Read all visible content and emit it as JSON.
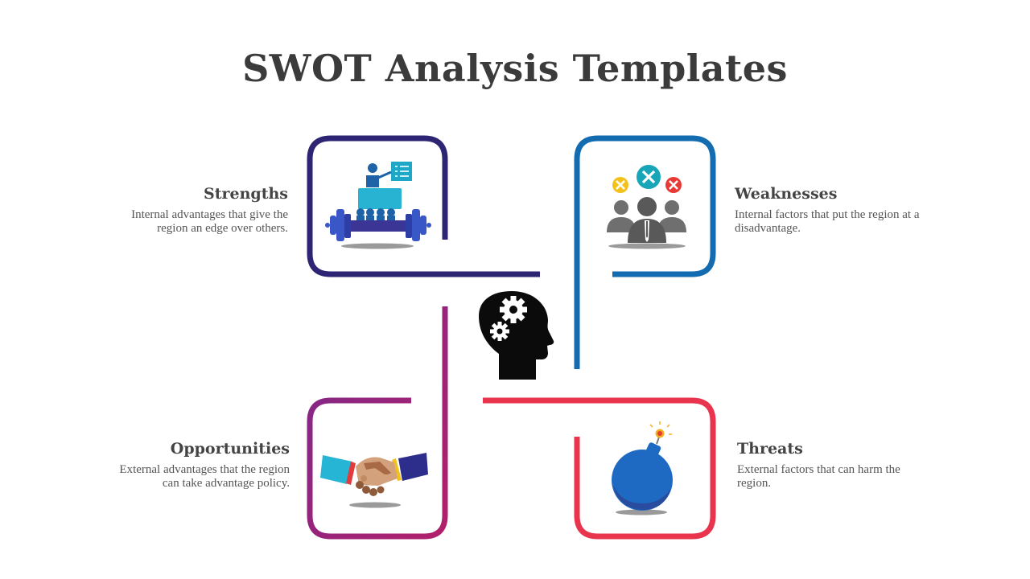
{
  "title": "SWOT Analysis Templates",
  "quadrants": [
    {
      "key": "strengths",
      "heading": "Strengths",
      "description_lines": [
        "Internal advantages that give the",
        "region an edge over others."
      ],
      "color": "#2d2574",
      "icon": "presentation-icon"
    },
    {
      "key": "weaknesses",
      "heading": "Weaknesses",
      "description_lines": [
        "Internal factors that put the region at a",
        "disadvantage."
      ],
      "color": "#136bb0",
      "icon": "rejected-team-icon"
    },
    {
      "key": "opportunities",
      "heading": "Opportunities",
      "description_lines": [
        "External advantages that the region",
        "can take advantage policy."
      ],
      "color": "#a3206e",
      "icon": "handshake-icon"
    },
    {
      "key": "threats",
      "heading": "Threats",
      "description_lines": [
        "External factors that can harm the",
        "region."
      ],
      "color": "#e8344d",
      "icon": "bomb-icon"
    }
  ],
  "center_icon": "head-gears-icon"
}
